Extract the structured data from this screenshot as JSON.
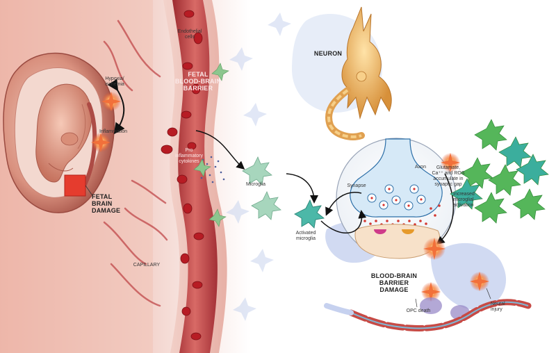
{
  "colors": {
    "uterus": "#c77668",
    "uterus_light": "#e9b4a4",
    "fetus": "#e8a48f",
    "vessel": "#c54a4b",
    "vessel_dark": "#8d1f25",
    "rbc": "#b71c24",
    "microglia": "#8fcfb3",
    "activated_microglia": "#4cb8a8",
    "reactive_microglia": "#54b65a",
    "neuron": "#e9b15a",
    "astrocyte": "#b8c4e6",
    "synapse": "#e3effa",
    "spark": "#f2703a",
    "damage_box": "#e53c2e"
  },
  "labels": {
    "hypoxia": "Hypoxia/\nischemia",
    "inflammation": "Inflammation",
    "fetal_brain_damage": "FETAL\nBRAIN\nDAMAGE",
    "endothelial": "Endothelial\ncells",
    "fetal_bbb": "FETAL\nBLOOD-BRAIN\nBARRIER",
    "cytokines": "Pro\ninflammatory\ncytokines",
    "capillary": "CAPILLARY",
    "neuron": "NEURON",
    "microglia": "Microglia",
    "activated_microglia": "Activated\nmicroglia",
    "axon": "Axon",
    "synapse": "Synapse",
    "glutamate": "Glutamate,\nCa⁺⁺ and ROS\naccumulate in\nsynaptic gap",
    "increased_activation": "Increased\nmicroglial\nactivation",
    "bbb_damage": "BLOOD-BRAIN\nBARRIER\nDAMAGE",
    "opc_death": "OPC death",
    "neural_injury": "Neural\ninjury"
  }
}
